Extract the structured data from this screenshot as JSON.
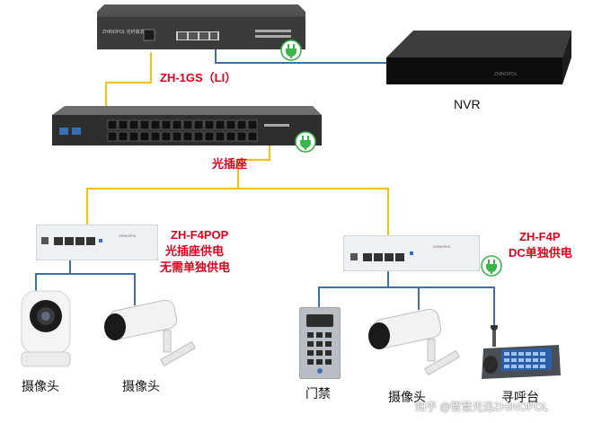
{
  "labels": {
    "top_converter": "ZH-1GS（LI）",
    "nvr": "NVR",
    "optical_socket": "光插座",
    "left_switch_model": "ZH-F4POP",
    "left_switch_desc1": "光插座供电",
    "left_switch_desc2": "无需单独供电",
    "right_switch_model": "ZH-F4P",
    "right_switch_desc": "DC单独供电",
    "camera_dome": "摄像头",
    "camera_bullet_left": "摄像头",
    "door_access": "门禁",
    "camera_bullet_right": "摄像头",
    "intercom": "寻呼台"
  },
  "watermark": "知乎 @智慧光迅ZHINOPOL",
  "colors": {
    "fiber_line": "#f2c21d",
    "ethernet_line": "#3a6fb0",
    "accent_red": "#e0001b",
    "power_green": "#39b54a"
  }
}
